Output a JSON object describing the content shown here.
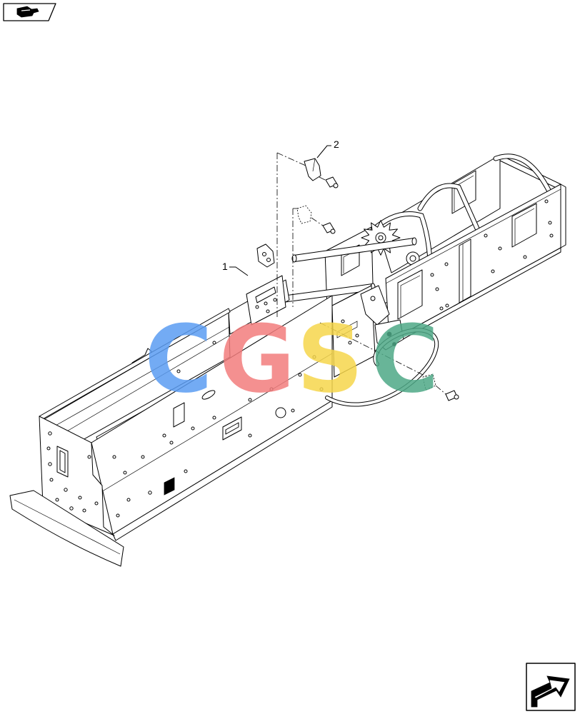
{
  "callouts": [
    {
      "label": "1"
    },
    {
      "label": "2"
    }
  ],
  "watermark": {
    "letters": [
      "C",
      "G",
      "S",
      "C"
    ],
    "colors": [
      "#5a9cf2",
      "#f27c7c",
      "#f6d64b",
      "#4ea886"
    ]
  },
  "colors": {
    "line": "#000000",
    "background": "#ffffff"
  },
  "icons": {
    "catalog_tab": "hand-pointer-icon",
    "navigation": "next-page-arrow-icon"
  }
}
